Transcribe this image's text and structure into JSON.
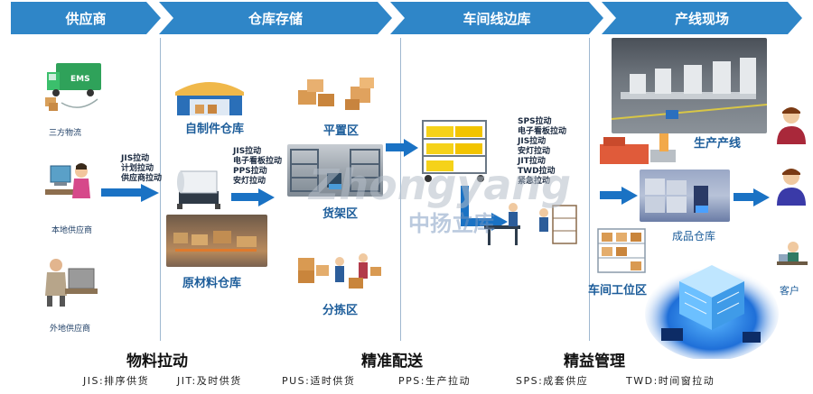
{
  "header": {
    "stages": [
      "供应商",
      "仓库存储",
      "车间线边库",
      "产线现场"
    ]
  },
  "suppliers": {
    "third_party": "三方物流",
    "local": "本地供应商",
    "remote": "外地供应商",
    "truck_text": "EMS"
  },
  "pull_methods": [
    "JIS拉动",
    "计划拉动",
    "供应商拉动"
  ],
  "warehouse": {
    "self_made": "自制件仓库",
    "flat": "平置区",
    "raw": "原材料仓库",
    "shelf": "货架区",
    "sorting": "分拣区",
    "methods": [
      "JIS拉动",
      "电子看板拉动",
      "PPS拉动",
      "安灯拉动"
    ]
  },
  "lineside": {
    "methods": [
      "SPS拉动",
      "电子看板拉动",
      "JIS拉动",
      "安灯拉动",
      "JIT拉动",
      "TWD拉动",
      "紧急拉动"
    ]
  },
  "production": {
    "line": "生产产线",
    "finished": "成品仓库",
    "workstation": "车间工位区",
    "customer": "客户"
  },
  "watermark": {
    "latin": "Zhongyang",
    "chinese": "中扬立库"
  },
  "bottom": {
    "titles": [
      "物料拉动",
      "精准配送",
      "精益管理"
    ],
    "defs": [
      "JIS:排序供货",
      "JIT:及时供货",
      "PUS:适时供货",
      "PPS:生产拉动",
      "SPS:成套供应",
      "TWD:时间窗拉动"
    ]
  },
  "colors": {
    "header": "#2f86c8",
    "arrow": "#1a72c4",
    "label": "#1d5d9a"
  }
}
